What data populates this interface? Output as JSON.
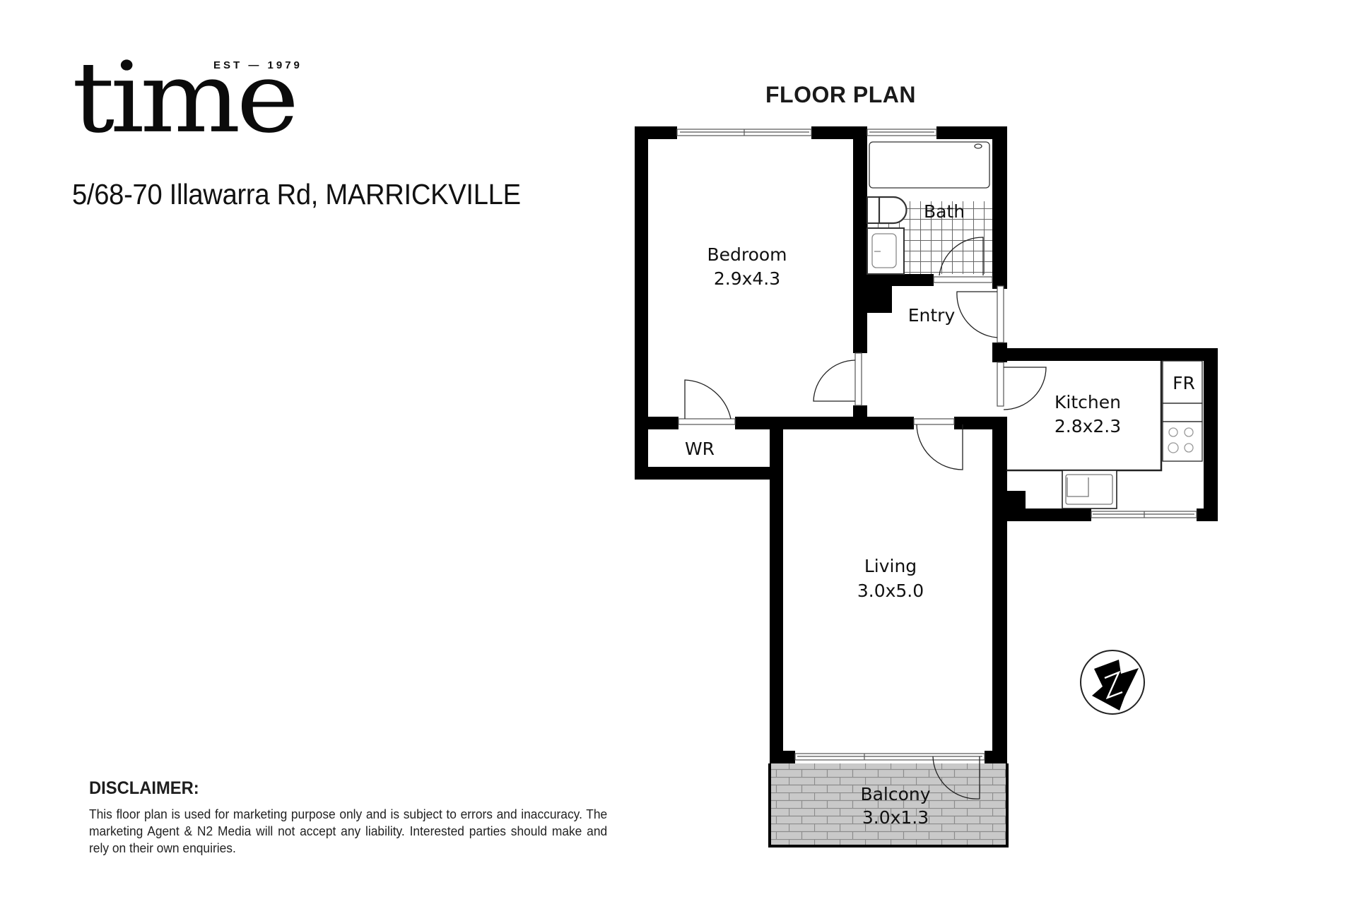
{
  "brand": {
    "logo_text": "time",
    "established": "EST — 1979"
  },
  "property": {
    "address": "5/68-70 Illawarra Rd, MARRICKVILLE"
  },
  "floor_plan": {
    "title": "FLOOR PLAN",
    "rooms": [
      {
        "name": "Bedroom",
        "dimensions": "2.9x4.3"
      },
      {
        "name": "Bath",
        "dimensions": ""
      },
      {
        "name": "Entry",
        "dimensions": ""
      },
      {
        "name": "Kitchen",
        "dimensions": "2.8x2.3"
      },
      {
        "name": "FR",
        "dimensions": ""
      },
      {
        "name": "WR",
        "dimensions": ""
      },
      {
        "name": "Living",
        "dimensions": "3.0x5.0"
      },
      {
        "name": "Balcony",
        "dimensions": "3.0x1.3"
      }
    ],
    "compass": {
      "label": "N",
      "icon": "north-arrow-icon"
    },
    "colors": {
      "wall": "#000000",
      "balcony_fill": "#c8c8c8",
      "balcony_grout": "#8a8a8a",
      "tile_line": "#555555"
    }
  },
  "disclaimer": {
    "title": "DISCLAIMER:",
    "body": "This floor plan is used for marketing purpose only and is subject to errors and inaccuracy. The marketing Agent & N2 Media will not accept any liability. Interested parties should make and rely on their own enquiries."
  }
}
